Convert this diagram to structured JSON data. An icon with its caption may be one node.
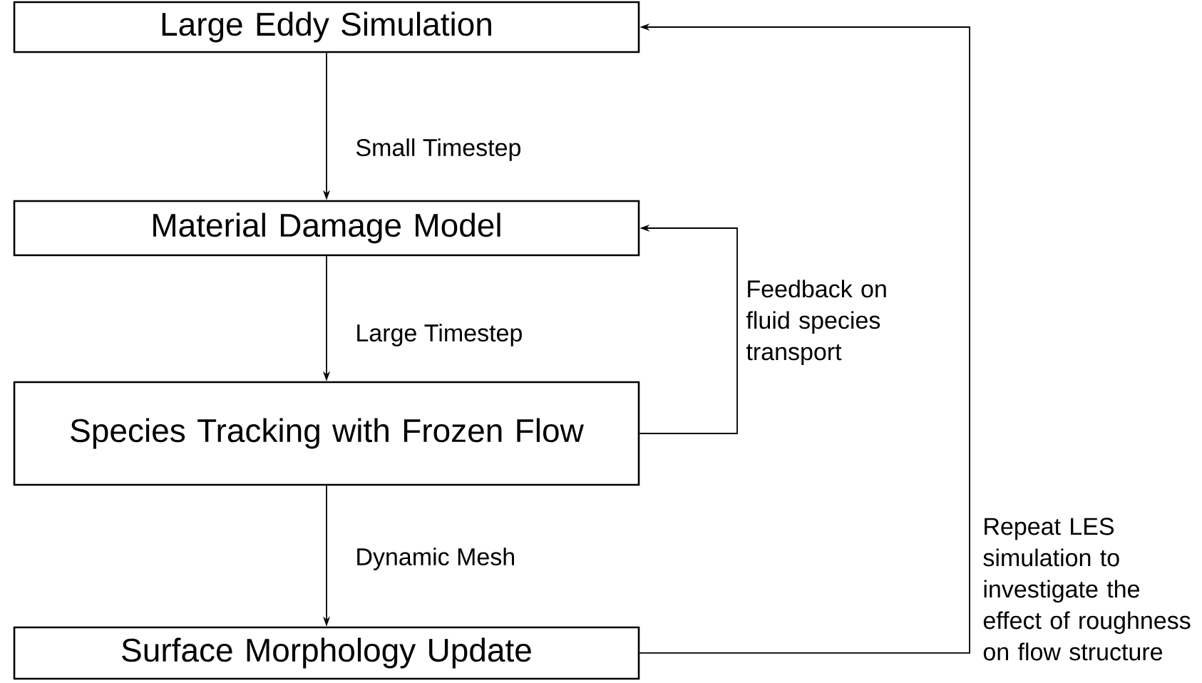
{
  "diagram": {
    "nodes": [
      {
        "text": [
          "Large Eddy Simulation"
        ]
      },
      {
        "text": [
          "Material Damage Model"
        ]
      },
      {
        "text": [
          "Species Tracking with Frozen Flow"
        ]
      },
      {
        "text": [
          "Surface Morphology Update"
        ]
      }
    ],
    "edges": [
      {
        "from": 0,
        "to": 1,
        "arrow": "to",
        "label": "Small Timestep"
      },
      {
        "from": 1,
        "to": 2,
        "arrow": "to",
        "label": "Large Timestep"
      },
      {
        "from": 2,
        "to": 3,
        "arrow": "to",
        "label": "Dynamic Mesh"
      },
      {
        "from": 2,
        "to": 1,
        "arrow": "to",
        "label": "Feedback on fluid species transport"
      },
      {
        "from": 3,
        "to": 0,
        "arrow": "to",
        "label": "Repeat LES simulation to investigate the effect of roughness on flow structure"
      }
    ]
  }
}
